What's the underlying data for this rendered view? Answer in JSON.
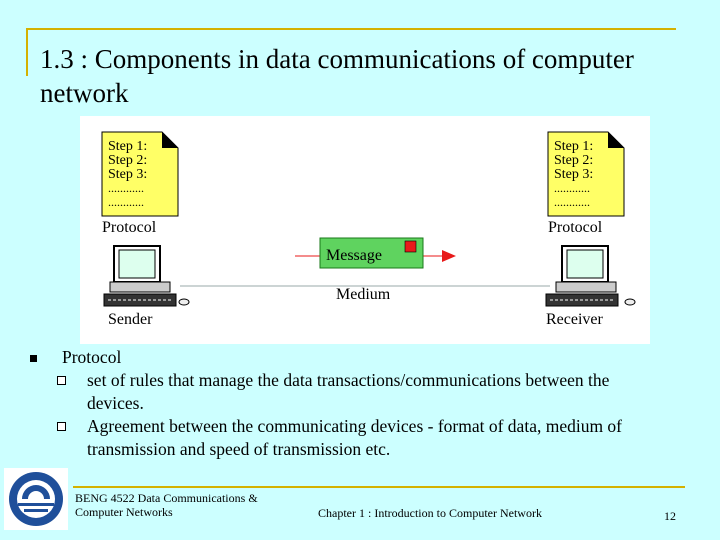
{
  "slide": {
    "title": "1.3 : Components in data communications of computer network"
  },
  "figure": {
    "protocol_doc": {
      "steps": [
        "Step 1:",
        "Step 2:",
        "Step 3:"
      ],
      "dots": [
        "............",
        "............"
      ]
    },
    "left_protocol_label": "Protocol",
    "right_protocol_label": "Protocol",
    "message_label": "Message",
    "medium_label": "Medium",
    "sender_label": "Sender",
    "receiver_label": "Receiver",
    "colors": {
      "message_box": "#5fd35f",
      "arrow": "#e81a1a",
      "marker": "#e81a1a",
      "doc_bg": "#ffff66"
    }
  },
  "bullets": {
    "main": "Protocol",
    "sub": [
      "set of rules that manage the data transactions/communications between the devices.",
      "Agreement between the communicating devices - format of data, medium of transmission and speed of transmission etc."
    ]
  },
  "footer": {
    "left": "BENG 4522 Data Communications & Computer Networks",
    "center": "Chapter 1 : Introduction to Computer Network",
    "page": "12"
  }
}
